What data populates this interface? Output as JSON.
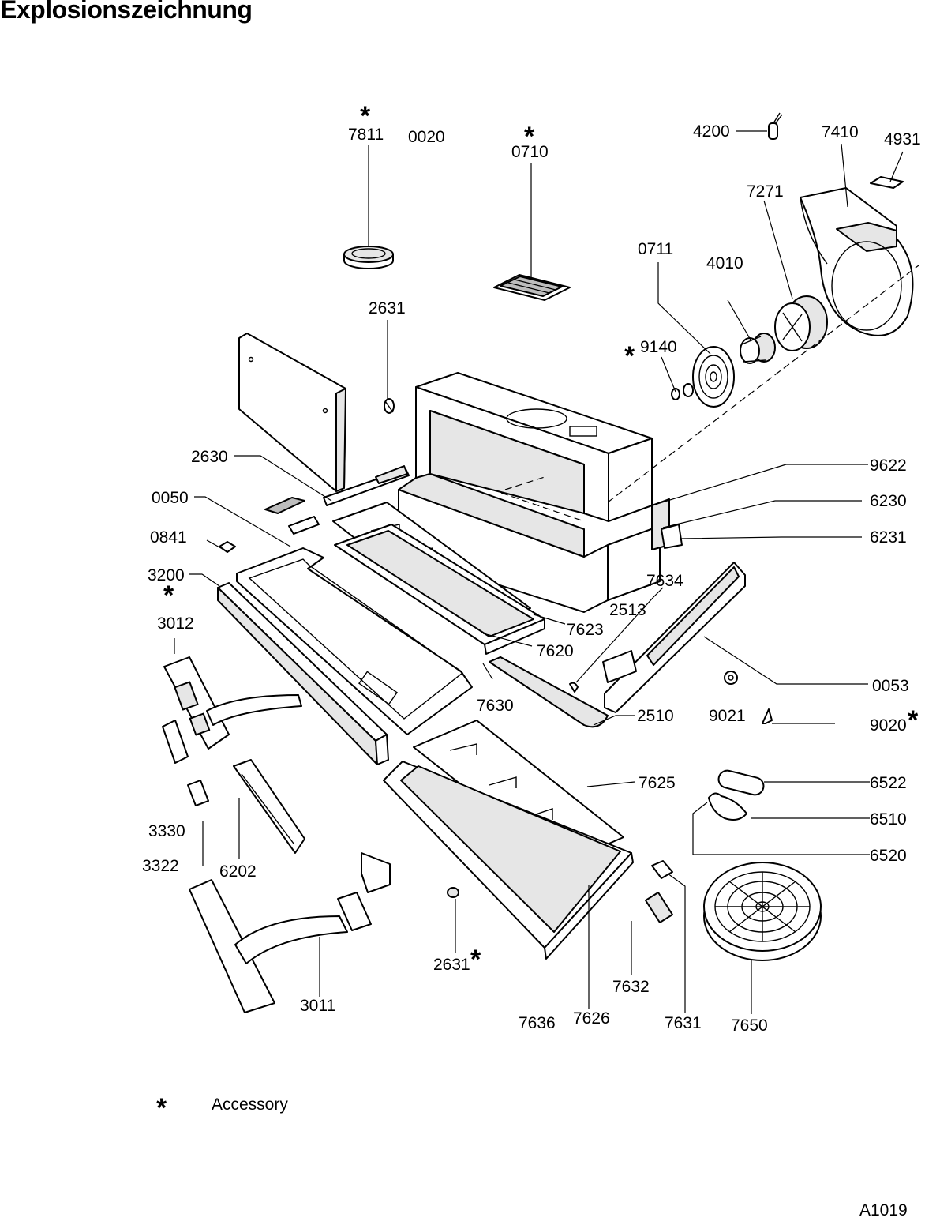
{
  "title": "Explosionszeichnung",
  "accessory_mark": "*",
  "legend": {
    "symbol": "*",
    "text": "Accessory"
  },
  "drawing_code": "A1019",
  "parts": [
    {
      "id": "7811",
      "accessory": true
    },
    {
      "id": "0020",
      "accessory": false
    },
    {
      "id": "0710",
      "accessory": true
    },
    {
      "id": "4200",
      "accessory": false
    },
    {
      "id": "7410",
      "accessory": false
    },
    {
      "id": "4931",
      "accessory": false
    },
    {
      "id": "7271",
      "accessory": false
    },
    {
      "id": "0711",
      "accessory": false
    },
    {
      "id": "4010",
      "accessory": false
    },
    {
      "id": "2631",
      "accessory": false
    },
    {
      "id": "9140",
      "accessory": true
    },
    {
      "id": "2630",
      "accessory": false
    },
    {
      "id": "9622",
      "accessory": false
    },
    {
      "id": "0050",
      "accessory": false
    },
    {
      "id": "6230",
      "accessory": false
    },
    {
      "id": "0841",
      "accessory": false
    },
    {
      "id": "6231",
      "accessory": false
    },
    {
      "id": "3200",
      "accessory": true
    },
    {
      "id": "7634",
      "accessory": false
    },
    {
      "id": "2513",
      "accessory": false
    },
    {
      "id": "3012",
      "accessory": false
    },
    {
      "id": "7623",
      "accessory": false
    },
    {
      "id": "7620",
      "accessory": false
    },
    {
      "id": "0053",
      "accessory": false
    },
    {
      "id": "7630",
      "accessory": false
    },
    {
      "id": "2510",
      "accessory": false
    },
    {
      "id": "9021",
      "accessory": false
    },
    {
      "id": "9020",
      "accessory": true
    },
    {
      "id": "7625",
      "accessory": false
    },
    {
      "id": "6522",
      "accessory": false
    },
    {
      "id": "6510",
      "accessory": false
    },
    {
      "id": "3330",
      "accessory": false
    },
    {
      "id": "6520",
      "accessory": false
    },
    {
      "id": "3322",
      "accessory": false
    },
    {
      "id": "6202",
      "accessory": false
    },
    {
      "id": "2631",
      "accessory": true
    },
    {
      "id": "7632",
      "accessory": false
    },
    {
      "id": "3011",
      "accessory": false
    },
    {
      "id": "7636",
      "accessory": false
    },
    {
      "id": "7626",
      "accessory": false
    },
    {
      "id": "7631",
      "accessory": false
    },
    {
      "id": "7650",
      "accessory": false
    }
  ]
}
